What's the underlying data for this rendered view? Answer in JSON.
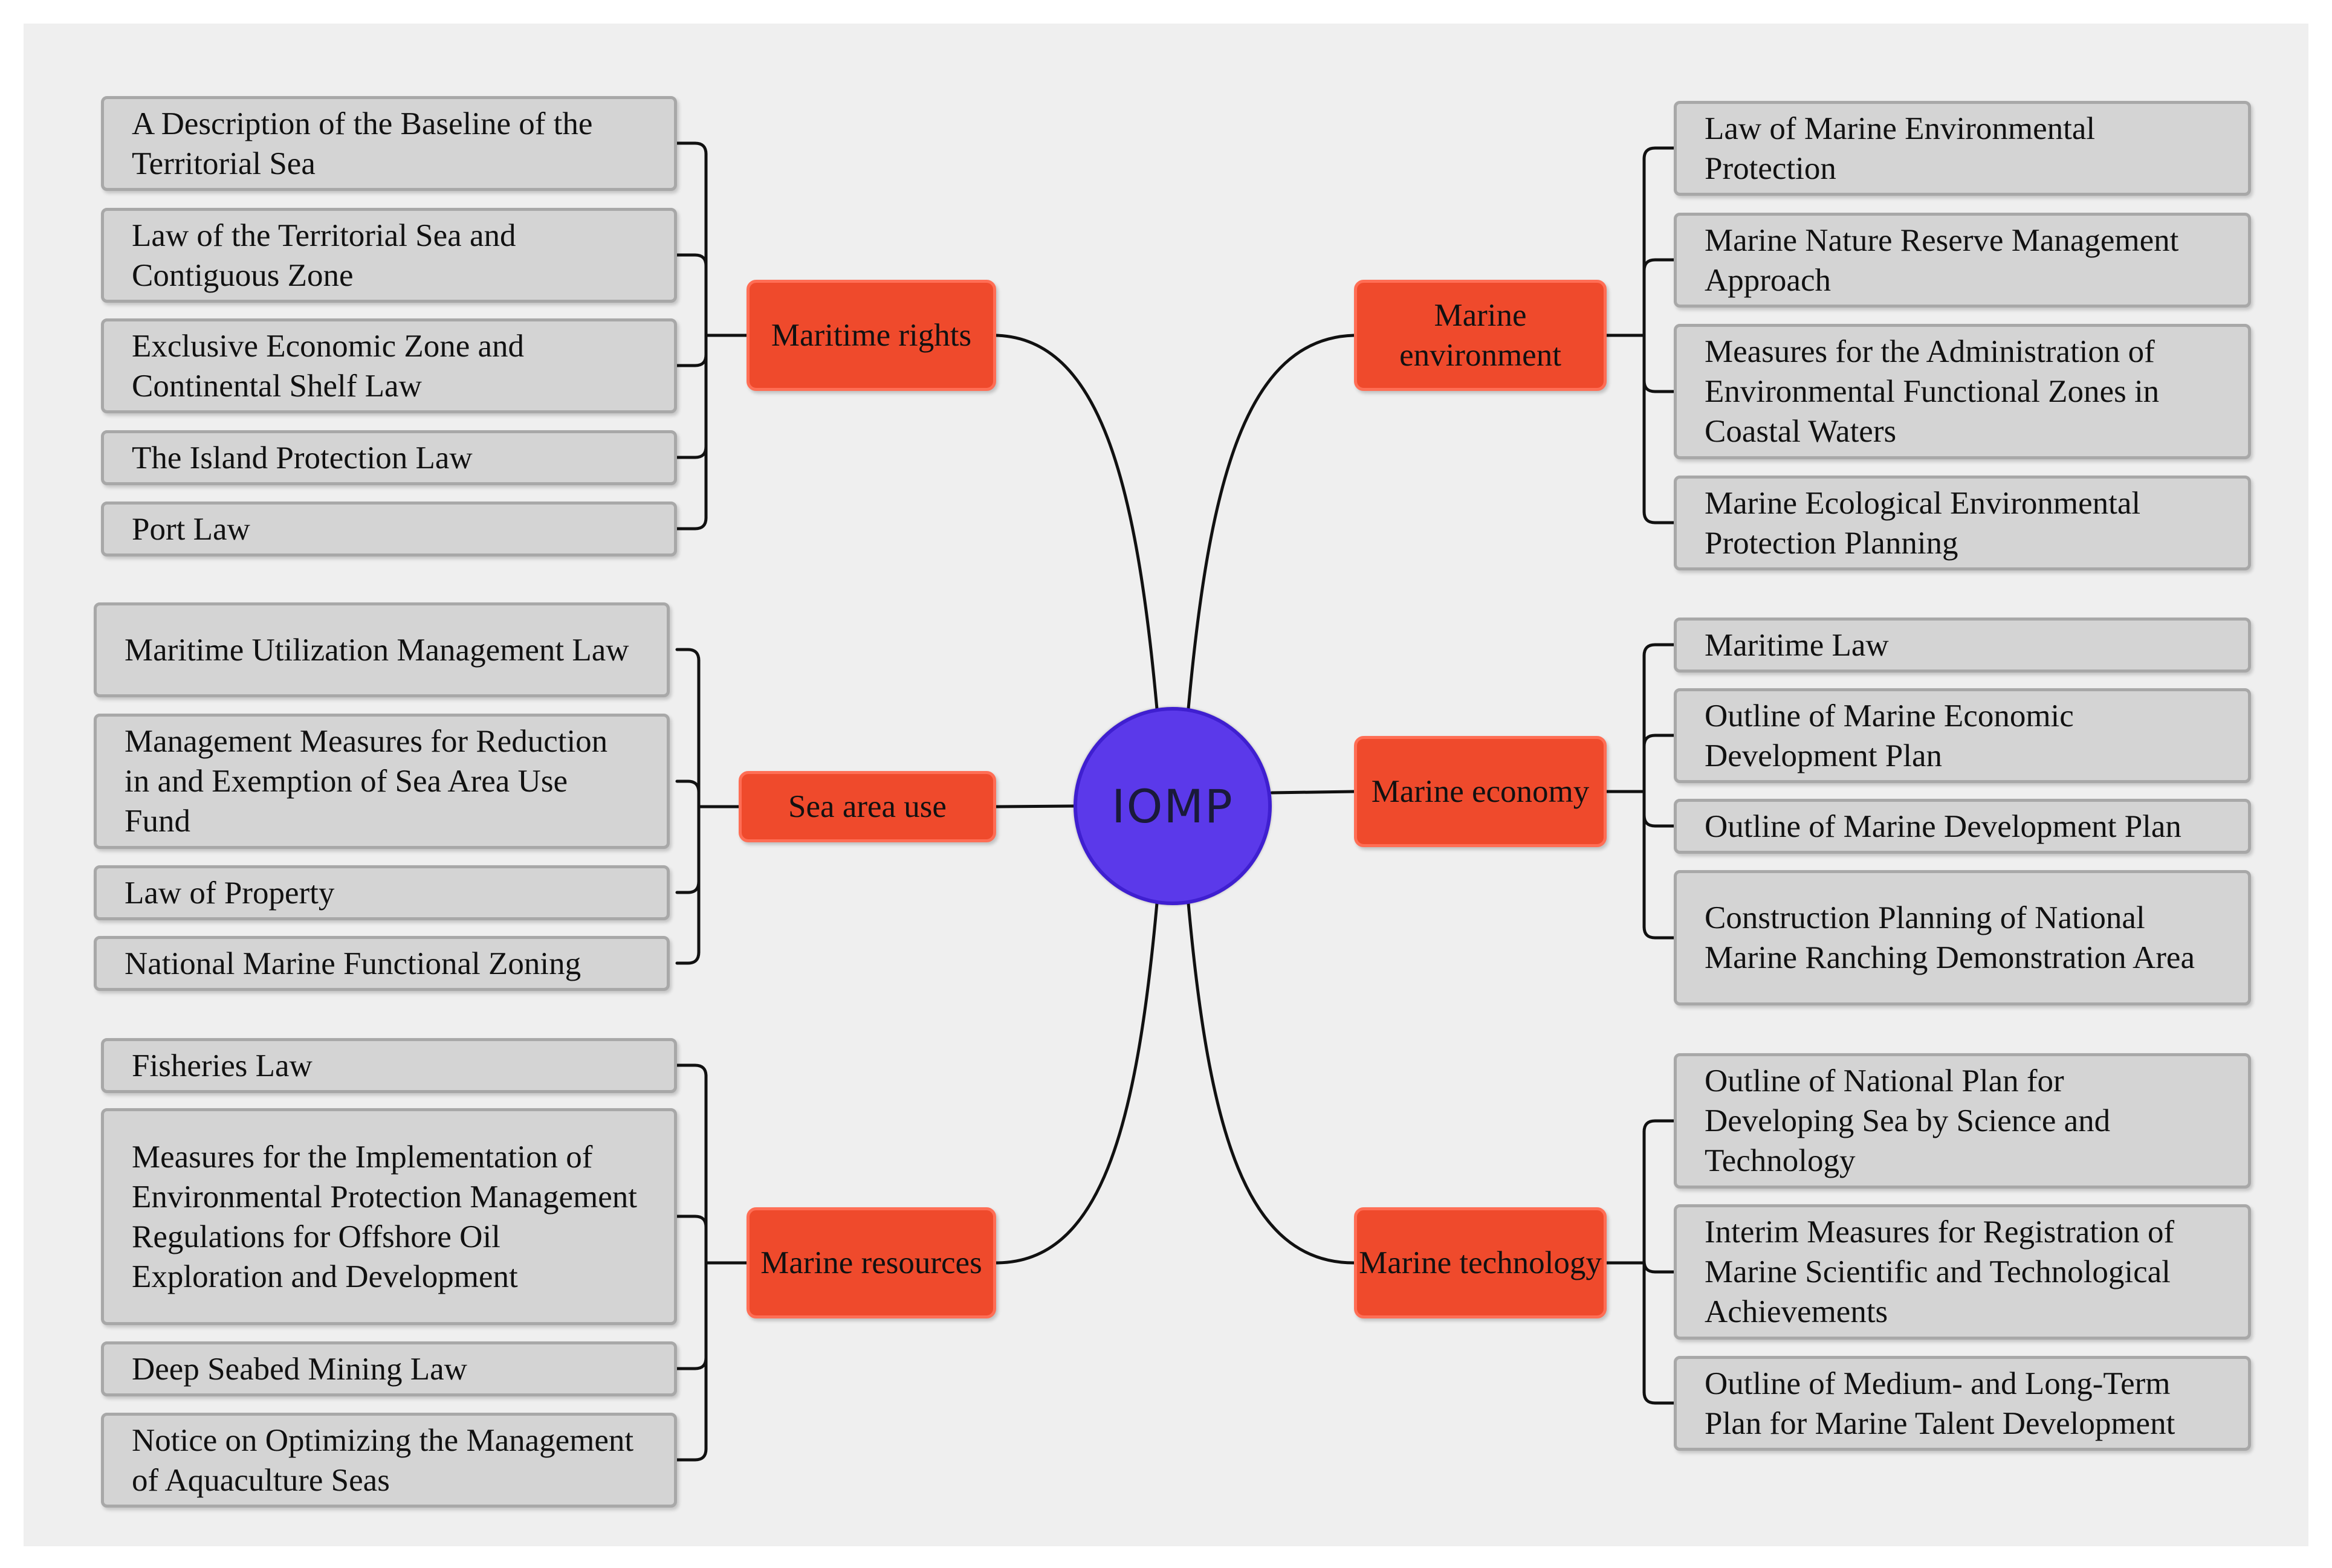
{
  "center": {
    "label": "IOMP",
    "color": "#5b39ea"
  },
  "colors": {
    "category": "#ef4a2c",
    "law_box": "#d4d4d4",
    "connector": "#111111"
  },
  "categories": [
    {
      "id": "maritime-rights",
      "label": "Maritime rights",
      "side": "left",
      "laws": [
        "A Description of the Baseline of the Territorial Sea",
        "Law of the Territorial Sea and Contiguous Zone",
        "Exclusive Economic Zone and Continental Shelf Law",
        "The Island Protection Law",
        "Port Law"
      ]
    },
    {
      "id": "sea-area-use",
      "label": "Sea area use",
      "side": "left",
      "laws": [
        "Maritime Utilization Management Law",
        "Management Measures for Reduction in and Exemption of Sea Area Use Fund",
        "Law of Property",
        "National Marine Functional Zoning"
      ]
    },
    {
      "id": "marine-resources",
      "label": "Marine resources",
      "side": "left",
      "laws": [
        "Fisheries Law",
        "Measures for the Implementation of Environmental Protection Management Regulations for Offshore Oil Exploration and Development",
        "Deep Seabed Mining Law",
        "Notice on Optimizing the Management of Aquaculture Seas"
      ]
    },
    {
      "id": "marine-environment",
      "label": "Marine environment",
      "side": "right",
      "laws": [
        "Law of Marine Environmental Protection",
        "Marine Nature Reserve Management Approach",
        "Measures for the Administration of Environmental Functional Zones in Coastal Waters",
        "Marine Ecological Environmental Protection Planning"
      ]
    },
    {
      "id": "marine-economy",
      "label": "Marine economy",
      "side": "right",
      "laws": [
        "Maritime Law",
        "Outline of Marine Economic Development Plan",
        "Outline of Marine Development Plan",
        "Construction Planning of National Marine Ranching Demonstration Area"
      ]
    },
    {
      "id": "marine-technology",
      "label": "Marine technology",
      "side": "right",
      "laws": [
        "Outline of National Plan for Developing Sea by Science and Technology",
        "Interim Measures for Registration of Marine Scientific and Technological Achievements",
        "Outline of Medium- and Long-Term Plan for Marine Talent Development"
      ]
    }
  ]
}
